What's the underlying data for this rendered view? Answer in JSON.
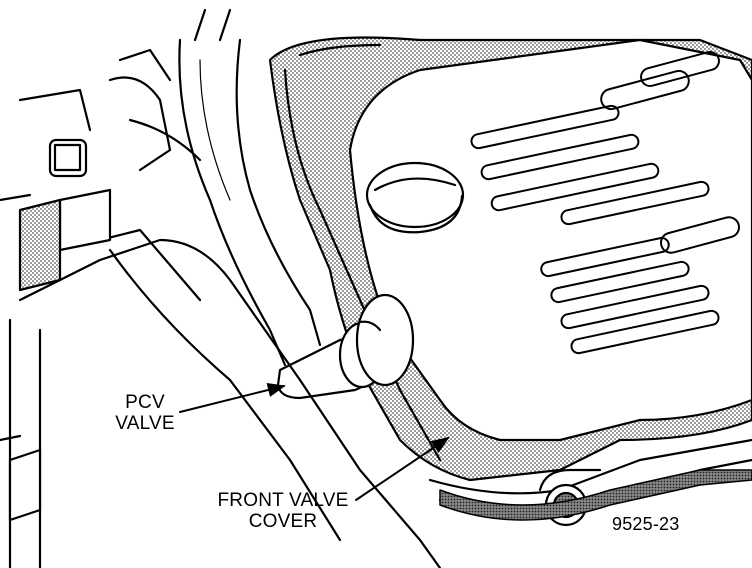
{
  "labels": {
    "pcv_valve": [
      "PCV",
      "VALVE"
    ],
    "front_valve_cover": [
      "FRONT VALVE",
      "COVER"
    ],
    "figure_number": "9525-23"
  },
  "colors": {
    "ink": "#000000",
    "paper": "#ffffff",
    "shade": "#c9c9c9"
  }
}
